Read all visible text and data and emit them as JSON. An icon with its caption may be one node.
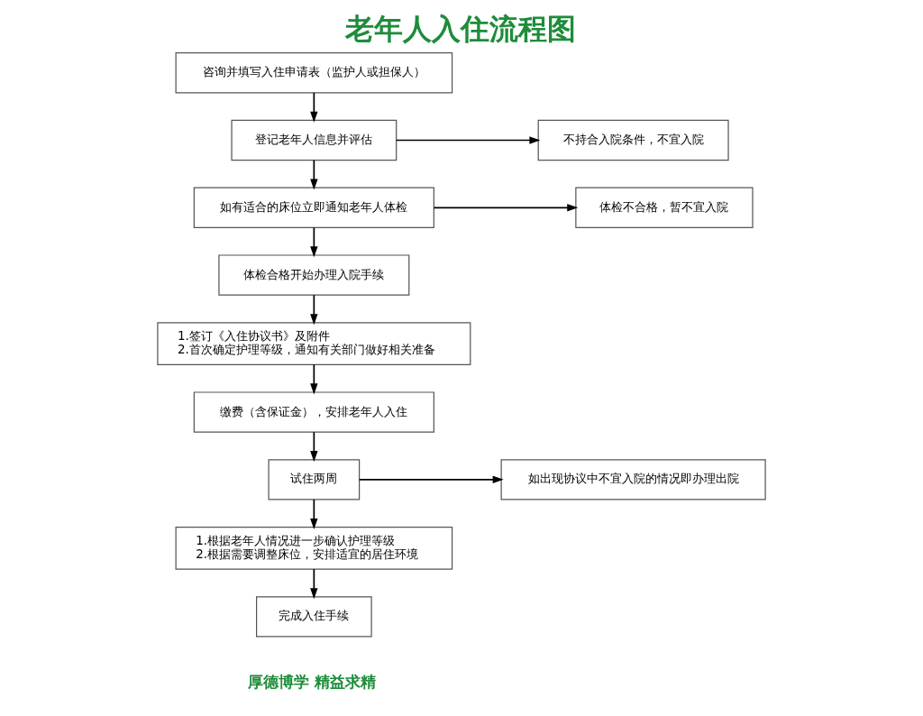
{
  "diagram": {
    "title": "老年人入住流程图",
    "nodes": [
      {
        "text": [
          "咨询并填写入住申请表（监护人或担保人）"
        ]
      },
      {
        "text": [
          "登记老年人信息并评估"
        ]
      },
      {
        "text": [
          "不持合入院条件，不宜入院"
        ]
      },
      {
        "text": [
          "如有适合的床位立即通知老年人体检"
        ]
      },
      {
        "text": [
          "体检不合格，暂不宜入院"
        ]
      },
      {
        "text": [
          "体检合格开始办理入院手续"
        ]
      },
      {
        "text": [
          "1.签订《入住协议书》及附件",
          "2.首次确定护理等级，通知有关部门做好相关准备"
        ]
      },
      {
        "text": [
          "缴费（含保证金），安排老年人入住"
        ]
      },
      {
        "text": [
          "试住两周"
        ]
      },
      {
        "text": [
          "如出现协议中不宜入院的情况即办理出院"
        ]
      },
      {
        "text": [
          "1.根据老年人情况进一步确认护理等级",
          "2.根据需要调整床位，安排适宜的居住环境"
        ]
      },
      {
        "text": [
          "完成入住手续"
        ]
      }
    ],
    "edges": [
      {
        "from": 0,
        "to": 1,
        "arrow": "to"
      },
      {
        "from": 1,
        "to": 2,
        "arrow": "to"
      },
      {
        "from": 1,
        "to": 3,
        "arrow": "to"
      },
      {
        "from": 3,
        "to": 4,
        "arrow": "to"
      },
      {
        "from": 3,
        "to": 5,
        "arrow": "to"
      },
      {
        "from": 5,
        "to": 6,
        "arrow": "to"
      },
      {
        "from": 6,
        "to": 7,
        "arrow": "to"
      },
      {
        "from": 7,
        "to": 8,
        "arrow": "to"
      },
      {
        "from": 8,
        "to": 9,
        "arrow": "to"
      },
      {
        "from": 8,
        "to": 10,
        "arrow": "to"
      },
      {
        "from": 10,
        "to": 11,
        "arrow": "to"
      }
    ],
    "labels": [
      "厚德博学 精益求精"
    ]
  }
}
